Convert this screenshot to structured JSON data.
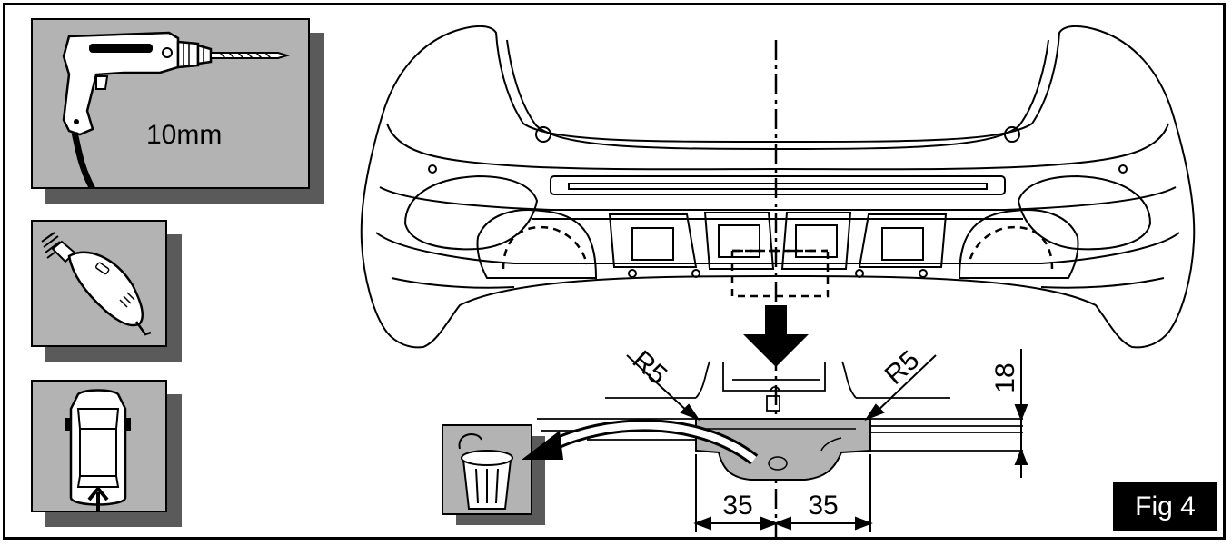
{
  "tools": {
    "drill_size": "10mm"
  },
  "dimensions": {
    "radius_left": "R5",
    "radius_right": "R5",
    "height": "18",
    "width_left": "35",
    "width_right": "35"
  },
  "figure": {
    "label": "Fig 4"
  }
}
